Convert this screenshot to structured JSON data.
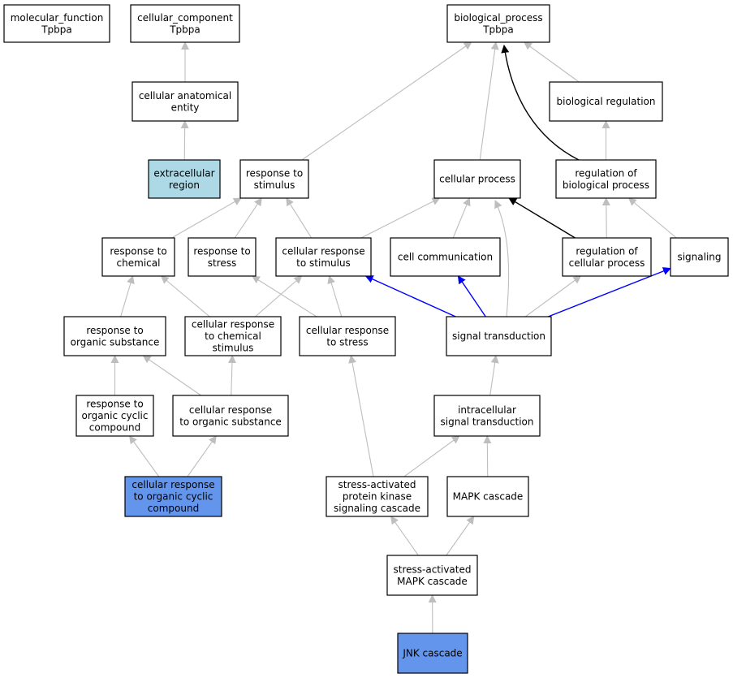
{
  "colors": {
    "default_fill": "#ffffff",
    "highlight_fill": "#6495ed",
    "cellular_fill": "#add8e6",
    "edge_gray": "#bebebe",
    "edge_black": "#000000",
    "edge_blue": "#0000ff"
  },
  "nodes": [
    {
      "id": "mf",
      "lines": [
        "molecular_function",
        "Tpbpa"
      ],
      "fill": "default"
    },
    {
      "id": "cc",
      "lines": [
        "cellular_component",
        "Tpbpa"
      ],
      "fill": "default"
    },
    {
      "id": "bp",
      "lines": [
        "biological_process",
        "Tpbpa"
      ],
      "fill": "default"
    },
    {
      "id": "cae",
      "lines": [
        "cellular anatomical",
        "entity"
      ],
      "fill": "default"
    },
    {
      "id": "biolreg",
      "lines": [
        "biological regulation"
      ],
      "fill": "default"
    },
    {
      "id": "extra",
      "lines": [
        "extracellular",
        "region"
      ],
      "fill": "cellular"
    },
    {
      "id": "resp_stim",
      "lines": [
        "response to",
        "stimulus"
      ],
      "fill": "default"
    },
    {
      "id": "cellproc",
      "lines": [
        "cellular process"
      ],
      "fill": "default"
    },
    {
      "id": "regbio",
      "lines": [
        "regulation of",
        "biological process"
      ],
      "fill": "default"
    },
    {
      "id": "resp_chem",
      "lines": [
        "response to",
        "chemical"
      ],
      "fill": "default"
    },
    {
      "id": "resp_stress",
      "lines": [
        "response to",
        "stress"
      ],
      "fill": "default"
    },
    {
      "id": "cell_resp_stim",
      "lines": [
        "cellular response",
        "to stimulus"
      ],
      "fill": "default"
    },
    {
      "id": "cellcomm",
      "lines": [
        "cell communication"
      ],
      "fill": "default"
    },
    {
      "id": "regcell",
      "lines": [
        "regulation of",
        "cellular process"
      ],
      "fill": "default"
    },
    {
      "id": "signaling",
      "lines": [
        "signaling"
      ],
      "fill": "default"
    },
    {
      "id": "resp_org",
      "lines": [
        "response to",
        "organic substance"
      ],
      "fill": "default"
    },
    {
      "id": "cell_resp_chem",
      "lines": [
        "cellular response",
        "to chemical",
        "stimulus"
      ],
      "fill": "default"
    },
    {
      "id": "cell_resp_stress",
      "lines": [
        "cellular response",
        "to stress"
      ],
      "fill": "default"
    },
    {
      "id": "sigtrans",
      "lines": [
        "signal transduction"
      ],
      "fill": "default"
    },
    {
      "id": "resp_cyclic",
      "lines": [
        "response to",
        "organic cyclic",
        "compound"
      ],
      "fill": "default"
    },
    {
      "id": "cell_resp_org",
      "lines": [
        "cellular response",
        "to organic substance"
      ],
      "fill": "default"
    },
    {
      "id": "intra",
      "lines": [
        "intracellular",
        "signal transduction"
      ],
      "fill": "default"
    },
    {
      "id": "cell_resp_cyclic",
      "lines": [
        "cellular response",
        "to organic cyclic",
        "compound"
      ],
      "fill": "highlight"
    },
    {
      "id": "sapk",
      "lines": [
        "stress-activated",
        "protein kinase",
        "signaling cascade"
      ],
      "fill": "default"
    },
    {
      "id": "mapk",
      "lines": [
        "MAPK cascade"
      ],
      "fill": "default"
    },
    {
      "id": "samapk",
      "lines": [
        "stress-activated",
        "MAPK cascade"
      ],
      "fill": "default"
    },
    {
      "id": "jnk",
      "lines": [
        "JNK cascade"
      ],
      "fill": "highlight"
    }
  ],
  "edges": [
    {
      "from": "cae",
      "to": "cc",
      "color": "gray"
    },
    {
      "from": "extra",
      "to": "cae",
      "color": "gray"
    },
    {
      "from": "resp_stim",
      "to": "bp",
      "color": "gray"
    },
    {
      "from": "cellproc",
      "to": "bp",
      "color": "gray"
    },
    {
      "from": "regbio",
      "to": "bp",
      "color": "black"
    },
    {
      "from": "biolreg",
      "to": "bp",
      "color": "gray"
    },
    {
      "from": "regbio",
      "to": "biolreg",
      "color": "gray"
    },
    {
      "from": "resp_chem",
      "to": "resp_stim",
      "color": "gray"
    },
    {
      "from": "resp_stress",
      "to": "resp_stim",
      "color": "gray"
    },
    {
      "from": "cell_resp_stim",
      "to": "resp_stim",
      "color": "gray"
    },
    {
      "from": "cell_resp_stim",
      "to": "cellproc",
      "color": "gray"
    },
    {
      "from": "cellcomm",
      "to": "cellproc",
      "color": "gray"
    },
    {
      "from": "sigtrans",
      "to": "cellproc",
      "color": "gray"
    },
    {
      "from": "regcell",
      "to": "cellproc",
      "color": "black"
    },
    {
      "from": "regcell",
      "to": "regbio",
      "color": "gray"
    },
    {
      "from": "signaling",
      "to": "regbio",
      "color": "gray"
    },
    {
      "from": "resp_org",
      "to": "resp_chem",
      "color": "gray"
    },
    {
      "from": "cell_resp_chem",
      "to": "resp_chem",
      "color": "gray"
    },
    {
      "from": "cell_resp_chem",
      "to": "cell_resp_stim",
      "color": "gray"
    },
    {
      "from": "cell_resp_stress",
      "to": "resp_stress",
      "color": "gray"
    },
    {
      "from": "cell_resp_stress",
      "to": "cell_resp_stim",
      "color": "gray"
    },
    {
      "from": "sigtrans",
      "to": "cell_resp_stim",
      "color": "blue"
    },
    {
      "from": "sigtrans",
      "to": "cellcomm",
      "color": "blue"
    },
    {
      "from": "sigtrans",
      "to": "regcell",
      "color": "gray"
    },
    {
      "from": "sigtrans",
      "to": "signaling",
      "color": "blue"
    },
    {
      "from": "resp_cyclic",
      "to": "resp_org",
      "color": "gray"
    },
    {
      "from": "cell_resp_org",
      "to": "resp_org",
      "color": "gray"
    },
    {
      "from": "cell_resp_org",
      "to": "cell_resp_chem",
      "color": "gray"
    },
    {
      "from": "intra",
      "to": "sigtrans",
      "color": "gray"
    },
    {
      "from": "cell_resp_cyclic",
      "to": "resp_cyclic",
      "color": "gray"
    },
    {
      "from": "cell_resp_cyclic",
      "to": "cell_resp_org",
      "color": "gray"
    },
    {
      "from": "sapk",
      "to": "cell_resp_stress",
      "color": "gray"
    },
    {
      "from": "sapk",
      "to": "intra",
      "color": "gray"
    },
    {
      "from": "mapk",
      "to": "intra",
      "color": "gray"
    },
    {
      "from": "samapk",
      "to": "sapk",
      "color": "gray"
    },
    {
      "from": "samapk",
      "to": "mapk",
      "color": "gray"
    },
    {
      "from": "jnk",
      "to": "samapk",
      "color": "gray"
    }
  ]
}
